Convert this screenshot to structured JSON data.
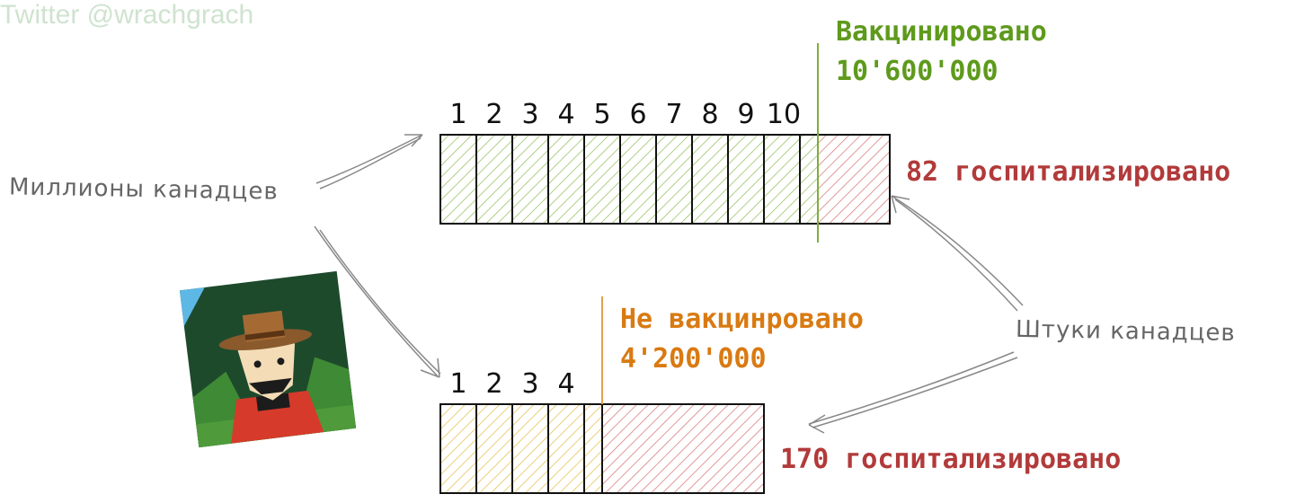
{
  "watermark": "Twitter @wrachgrach",
  "vaccinated": {
    "label": "Вакцинировано",
    "count": "10'600'000",
    "color": "#5e9a1c"
  },
  "unvaccinated": {
    "label": "Не вакцинровано",
    "count": "4'200'000",
    "color": "#d97a12"
  },
  "hospitalized_vaccinated": "82 госпитализировано",
  "hospitalized_unvaccinated": "170 госпитализировано",
  "millions_label": "Миллионы канадцев",
  "pieces_label": "Штуки канадцев",
  "top_numbers": [
    "1",
    "2",
    "3",
    "4",
    "5",
    "6",
    "7",
    "8",
    "9",
    "10"
  ],
  "bottom_numbers": [
    "1",
    "2",
    "3",
    "4"
  ],
  "icons": {
    "avatar": "canadian-mountie-avatar"
  },
  "colors": {
    "green_hatch": "#9ac46a",
    "yellow_hatch": "#e3c55a",
    "red_hatch": "#d98080",
    "hosp_text": "#b23a3a"
  }
}
